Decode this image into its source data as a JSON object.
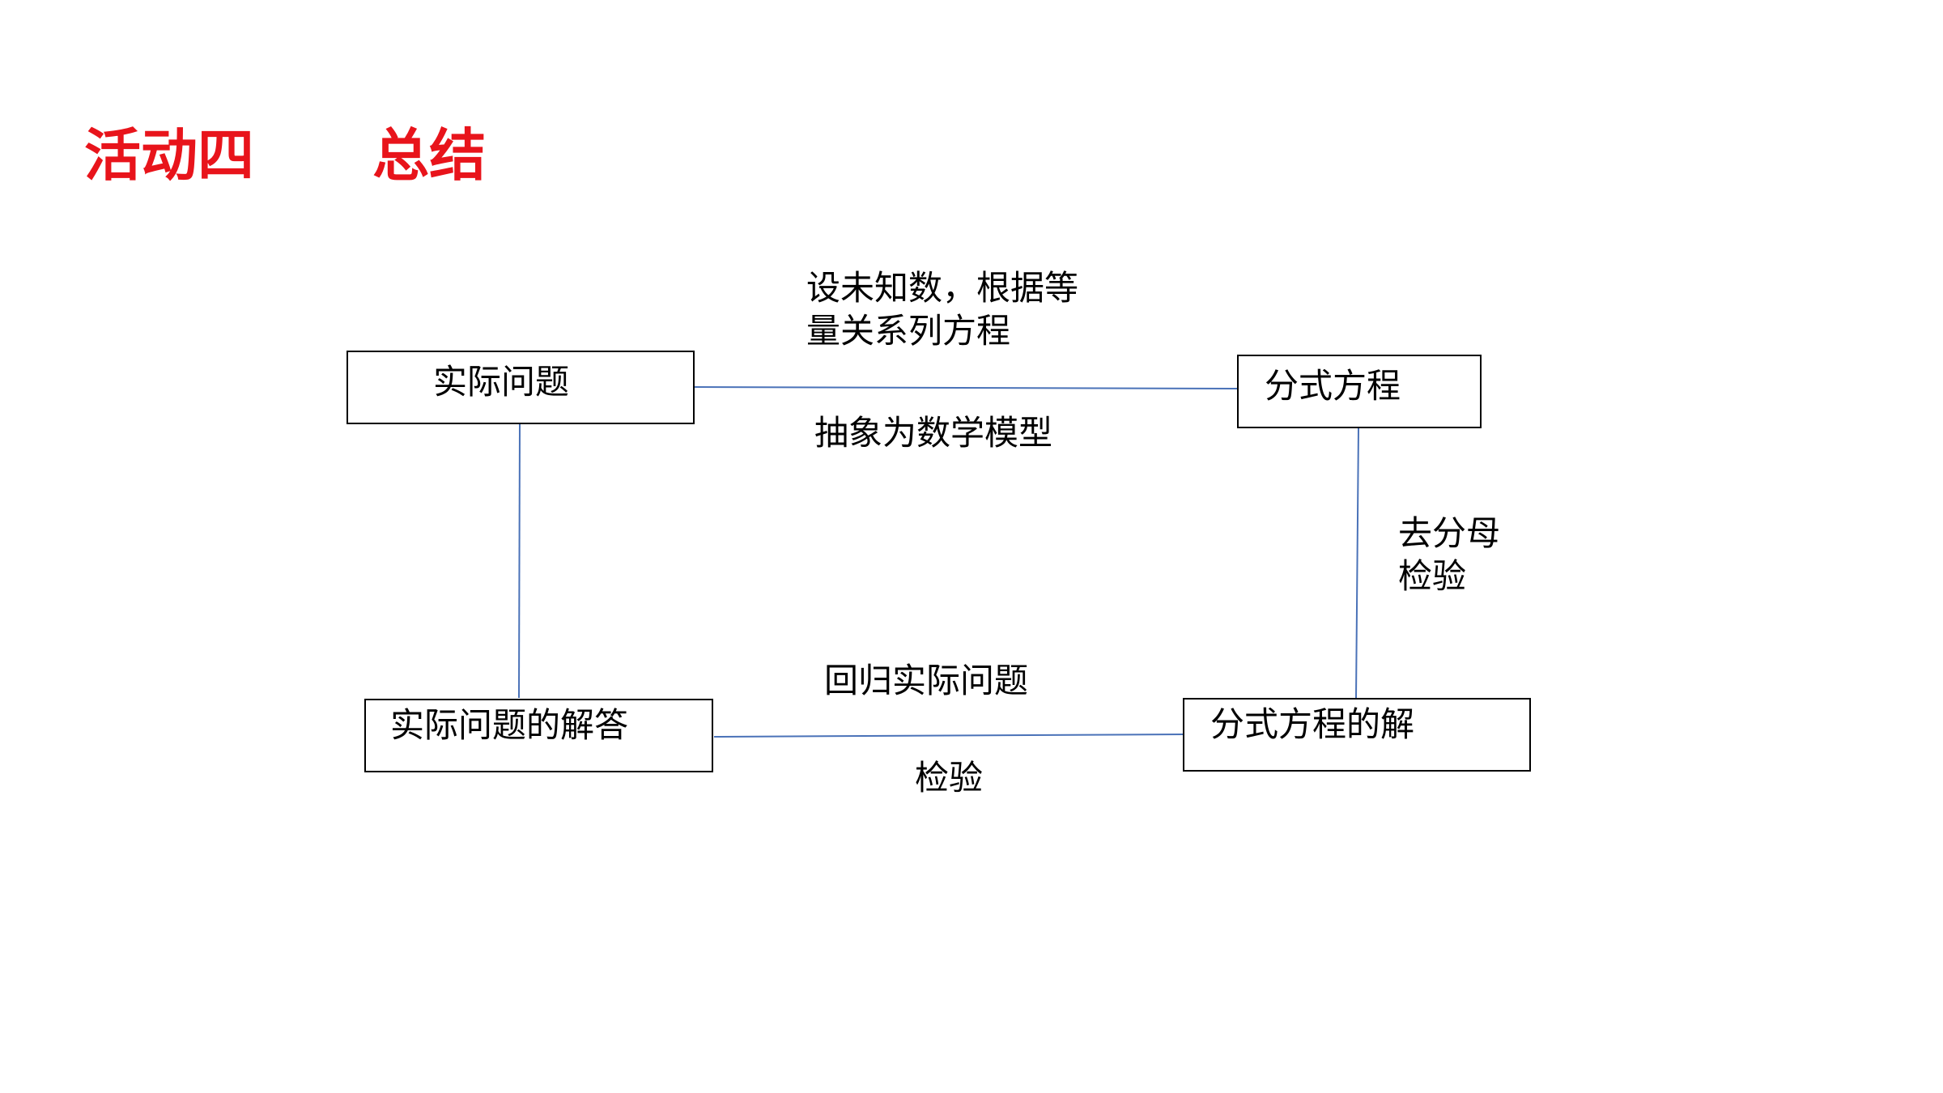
{
  "title": "活动四      总结",
  "boxes": {
    "problem": "实际问题",
    "equation": "分式方程",
    "equation_solution": "分式方程的解",
    "answer": "实际问题的解答"
  },
  "labels": {
    "model_top_line1": "设未知数，根据等",
    "model_top_line2": "量关系列方程",
    "model_bottom": "抽象为数学模型",
    "solve_line1": "去分母",
    "solve_line2": "检验",
    "return_top": "回归实际问题",
    "return_bottom": "检验"
  },
  "colors": {
    "title": "#e8141b",
    "connector": "#4a72b8",
    "box_border": "#000000"
  }
}
